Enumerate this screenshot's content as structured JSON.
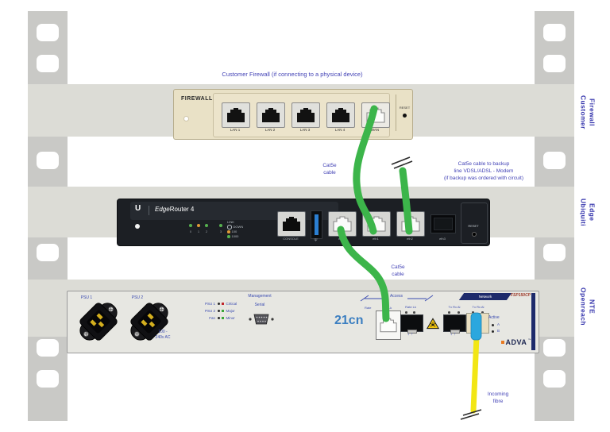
{
  "title": "Customer Firewall (if connecting to a physical device)",
  "rack_labels": {
    "firewall": "Customer\nFirewall",
    "edge": "Ubiquiti\nEdge",
    "nte": "Openreach\nNTE"
  },
  "firewall": {
    "label": "FIREWALL",
    "ports": [
      {
        "label": "LAN 1"
      },
      {
        "label": "LAN 2"
      },
      {
        "label": "LAN 3"
      },
      {
        "label": "LAN 4"
      },
      {
        "label": "WAN"
      }
    ],
    "reset": "RESET"
  },
  "edgerouter": {
    "logo": "U",
    "brand_a": "Edge",
    "brand_b": "Router 4",
    "led_numbers": [
      "0",
      "1",
      "2",
      "3"
    ],
    "legend": {
      "title": "LINK",
      "items": [
        "DOWN",
        "100",
        "1000"
      ]
    },
    "ports": {
      "console": "CONSOLE",
      "eth0": "eth0",
      "eth1": "eth1",
      "eth2": "eth2",
      "eth3": "eth3"
    },
    "reset": "RESET"
  },
  "nte": {
    "psu1": "PSU 1",
    "psu2": "PSU 2",
    "voltage": "100 -\n240v AC",
    "alarms": [
      {
        "name": "PSU 1",
        "severity": "Critical"
      },
      {
        "name": "PSU 2",
        "severity": "Major"
      },
      {
        "name": "Fan",
        "severity": "Minor"
      }
    ],
    "management": "Management",
    "serial": "Serial",
    "bt": "21cn",
    "access": "Access",
    "rate": "Rate",
    "lk": "Lk",
    "rate_lk": "Rate Lk",
    "tx_rx": "Tx Rx Al",
    "network": "Network",
    "model": "FSP150CP",
    "active": "Active",
    "active_a": "A",
    "active_b": "B",
    "brand": "ADVA",
    "brand_tm": "™"
  },
  "annotations": {
    "cat5e_top": "Cat5e\ncable",
    "cat5e_backup": "Cat5e cable to backup\nline VDSL/ADSL - Modem\n(if backup was ordered with circuit)",
    "cat5e_mid": "Cat5e\ncable",
    "incoming_fibre": "Incoming\nfibre"
  },
  "icons": {
    "usb": "Ψ",
    "port_arrows": "↓↑"
  },
  "colors": {
    "cable_green": "#3cb54a",
    "fibre_yellow": "#f2e614",
    "connector_blue": "#2ba7de",
    "annotation_blue": "#4343b6",
    "rack_label_blue": "#3434ac",
    "firewall_beige": "#e9e1c6",
    "router_black": "#1c1f24",
    "nte_gray": "#e7e7e2",
    "navy": "#1d2a6b",
    "alarm_critical": "#c0272d",
    "alarm_ok": "#3aa63a"
  }
}
